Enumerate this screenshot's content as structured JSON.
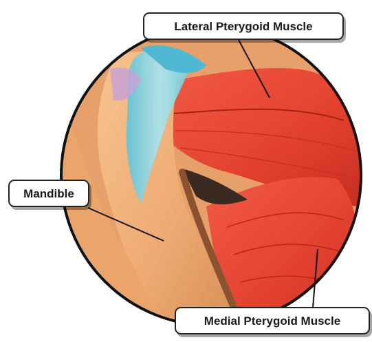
{
  "labels": {
    "lateral_pterygoid": "Lateral Pterygoid Muscle",
    "mandible": "Mandible",
    "medial_pterygoid": "Medial Pterygoid Muscle"
  },
  "colors": {
    "muscle": "#e2402f",
    "muscle_dark": "#b9241a",
    "bone": "#f0b27c",
    "bone_shadow": "#c98a55",
    "cartilage": "#7fd3e3",
    "outline": "#111111"
  }
}
